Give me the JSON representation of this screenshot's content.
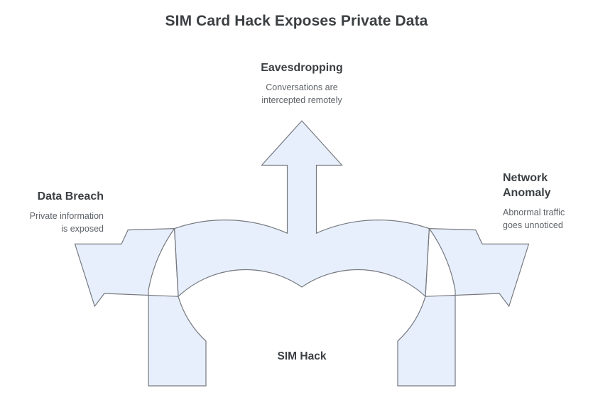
{
  "page": {
    "title": "SIM Card Hack Exposes Private Data",
    "background_color": "#ffffff"
  },
  "diagram": {
    "type": "arch-with-three-arrows",
    "shape_fill_color": "#e8effc",
    "shape_stroke_color": "#75797f",
    "center_label": "SIM Hack",
    "branches": [
      {
        "id": "eavesdropping",
        "direction": "up",
        "title": "Eavesdropping",
        "description_line1": "Conversations are",
        "description_line2": "intercepted remotely"
      },
      {
        "id": "data-breach",
        "direction": "up-left",
        "title": "Data Breach",
        "description_line1": "Private information",
        "description_line2": "is exposed"
      },
      {
        "id": "network-anomaly",
        "direction": "up-right",
        "title_line1": "Network",
        "title_line2": "Anomaly",
        "description_line1": "Abnormal traffic",
        "description_line2": "goes unnoticed"
      }
    ]
  }
}
